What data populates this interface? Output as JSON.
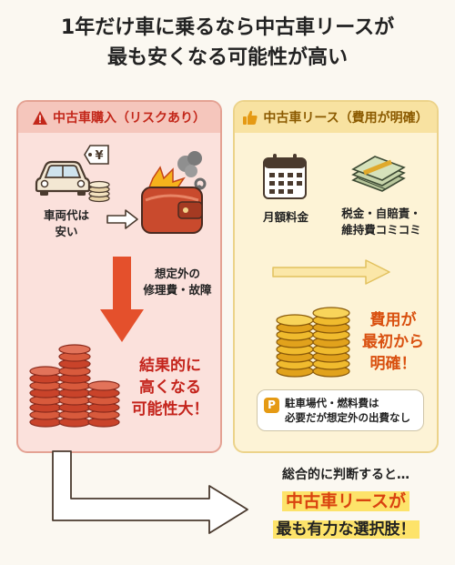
{
  "title": {
    "line1": "1年だけ車に乗るなら中古車リースが",
    "line2": "最も安くなる可能性が高い"
  },
  "left_panel": {
    "header": "中古車購入（リスクあり）",
    "header_icon": "warning-icon",
    "car_label_1": "車両代は",
    "car_label_2": "安い",
    "price_tag": "¥",
    "repair_label_1": "想定外の",
    "repair_label_2": "修理費・故障",
    "result_1": "結果的に",
    "result_2": "高くなる",
    "result_3": "可能性大！"
  },
  "right_panel": {
    "header": "中古車リース（費用が明確）",
    "header_icon": "thumbs-up-icon",
    "monthly_label": "月額料金",
    "tax_label_1": "税金・自賠責・",
    "tax_label_2": "維持費コミコミ",
    "clear_1": "費用が",
    "clear_2": "最初から",
    "clear_3": "明確！",
    "note_icon": "P",
    "note_1": "駐車場代・燃料費は",
    "note_2": "必要だが想定外の出費なし"
  },
  "conclusion": {
    "line1": "総合的に判断すると…",
    "line2": "中古車リースが",
    "line3": "最も有力な選択肢！"
  },
  "colors": {
    "left_bg": "#fbe1dc",
    "right_bg": "#fdf3d6",
    "accent_red": "#c4241c",
    "accent_orange": "#d9500f",
    "highlight": "#fde36a"
  }
}
